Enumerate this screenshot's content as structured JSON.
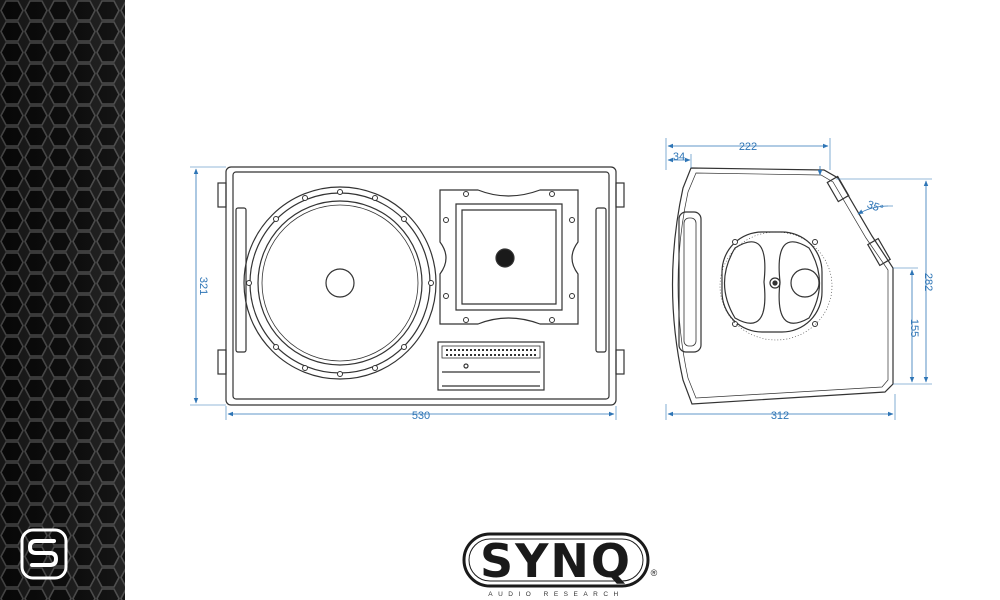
{
  "dimensions": {
    "front_width": "530",
    "front_height": "321",
    "side_depth": "312",
    "side_top": "222",
    "side_offset": "34",
    "side_height": "282",
    "side_lower": "155",
    "angle": "35°"
  },
  "brand": {
    "name": "SYNQ",
    "registered": "®",
    "tagline": "AUDIO RESEARCH"
  },
  "colors": {
    "dimension": "#2e75b6",
    "outline": "#333333",
    "grille": "#1c1c1c"
  }
}
